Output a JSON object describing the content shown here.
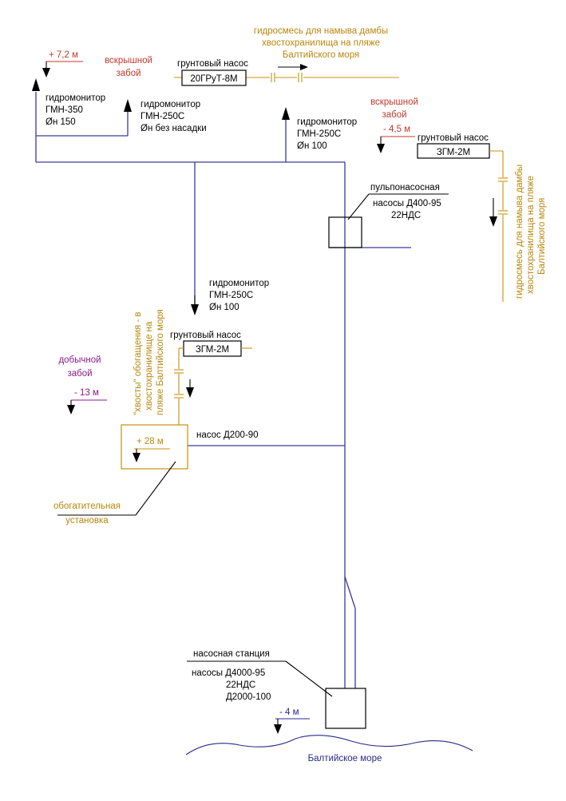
{
  "colors": {
    "pipeline": "#3a3a9a",
    "slurry_line": "#c8900a",
    "overburden_face": "#c0392b",
    "mining_face": "#8b1a8b",
    "sea": "#2a2a8c",
    "equipment": "#000000"
  },
  "labels": {
    "slurry_top": [
      "гидросмесь для намыва дамбы",
      "хвостохранилища на пляже",
      "Балтийского моря"
    ],
    "level_plus_7_2": "+ 7,2 м",
    "overburden_face_left": [
      "вскрышной",
      "забой"
    ],
    "pump_top_label": "грунтовый насос",
    "pump_top_model": "20ГРуТ-8М",
    "monitor_gmn350": [
      "гидромонитор",
      "ГМН-350",
      "Øн 150"
    ],
    "monitor_gmn250_no_nozzle": [
      "гидромонитор",
      "ГМН-250С",
      "Øн без насадки"
    ],
    "monitor_gmn250_top": [
      "гидромонитор",
      "ГМН-250С",
      "Øн 100"
    ],
    "overburden_face_right": [
      "вскрышной",
      "забой"
    ],
    "level_minus_4_5": "- 4,5 м",
    "pump_right_label": "грунтовый насос",
    "pump_right_model": "ЗГМ-2М",
    "slurry_right": [
      "гидросмесь для намыва дамбы",
      "хвостохранилища на пляже",
      "Балтийского моря"
    ],
    "pulp_station": [
      "пульпонасосная",
      "насосы Д400-95",
      "22НДС"
    ],
    "monitor_gmn250_mid": [
      "гидромонитор",
      "ГМН-250С",
      "Øн 100"
    ],
    "tailings": [
      "\"хвосты\" обогащения - в",
      "хвостохранилище на",
      "пляже Балтийского моря"
    ],
    "pump_mid_label": "грунтовый насос",
    "pump_mid_model": "ЗГМ-2М",
    "mining_face": [
      "добычной",
      "забой"
    ],
    "level_minus_13": "- 13 м",
    "level_plus_28": "+ 28 м",
    "pump_d200": "насос Д200-90",
    "enrichment_plant": [
      "обогатительная",
      "установка"
    ],
    "pump_station": [
      "насосная станция",
      "насосы Д4000-95",
      "22НДС",
      "Д2000-100"
    ],
    "level_minus_4": "- 4 м",
    "sea_name": "Балтийское море"
  }
}
